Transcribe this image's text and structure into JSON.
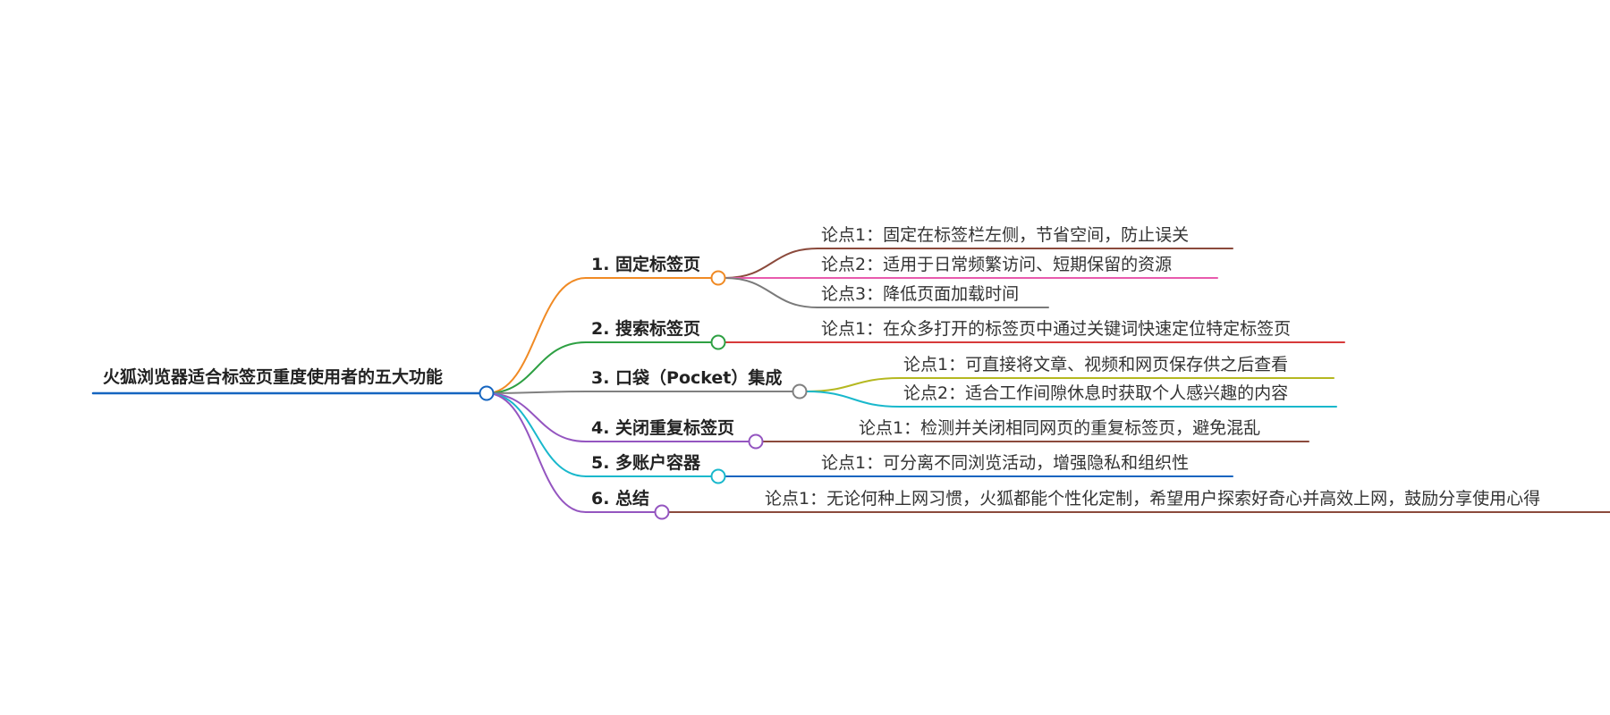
{
  "root": {
    "label": "火狐浏览器适合标签页重度使用者的五大功能",
    "color": "#1565c0"
  },
  "branches": [
    {
      "label": "1. 固定标签页",
      "color": "#f08a24",
      "points": [
        {
          "text": "论点1：固定在标签栏左侧，节省空间，防止误关",
          "color": "#8b4a3c"
        },
        {
          "text": "论点2：适用于日常频繁访问、短期保留的资源",
          "color": "#e85aad"
        },
        {
          "text": "论点3：降低页面加载时间",
          "color": "#7a7a7a"
        }
      ]
    },
    {
      "label": "2. 搜索标签页",
      "color": "#2ea043",
      "points": [
        {
          "text": "论点1：在众多打开的标签页中通过关键词快速定位特定标签页",
          "color": "#d73a3a"
        }
      ]
    },
    {
      "label": "3. 口袋（Pocket）集成",
      "color": "#808080",
      "points": [
        {
          "text": "论点1：可直接将文章、视频和网页保存供之后查看",
          "color": "#b5b820"
        },
        {
          "text": "论点2：适合工作间隙休息时获取个人感兴趣的内容",
          "color": "#19b8cc"
        }
      ]
    },
    {
      "label": "4. 关闭重复标签页",
      "color": "#9455c0",
      "points": [
        {
          "text": "论点1：检测并关闭相同网页的重复标签页，避免混乱",
          "color": "#8b4a3c"
        }
      ]
    },
    {
      "label": "5. 多账户容器",
      "color": "#19b8cc",
      "points": [
        {
          "text": "论点1：可分离不同浏览活动，增强隐私和组织性",
          "color": "#1565c0"
        }
      ]
    },
    {
      "label": "6. 总结",
      "color": "#9455c0",
      "points": [
        {
          "text": "论点1：无论何种上网习惯，火狐都能个性化定制，希望用户探索好奇心并高效上网，鼓励分享使用心得",
          "color": "#8b4a3c"
        }
      ]
    }
  ]
}
